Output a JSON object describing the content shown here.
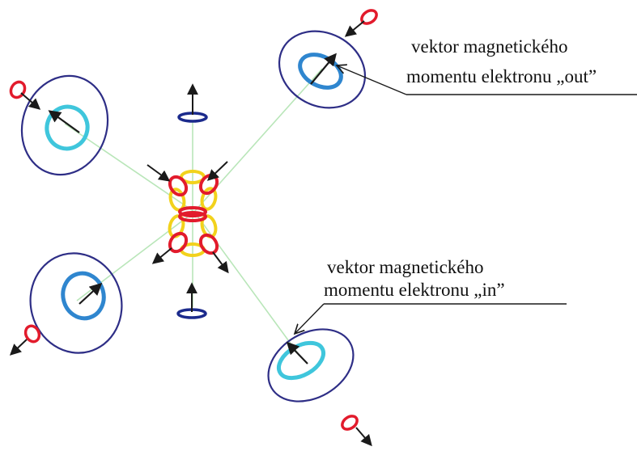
{
  "labels": {
    "out_line1": "vektor magnetického",
    "out_line2": "momentu elektronu „out”",
    "in_line1": "vektor magnetického",
    "in_line2": "momentu elektronu „in”"
  },
  "colors": {
    "orbit_outer": "#2e2e86",
    "ring_blue": "#2f86cf",
    "ring_cyan": "#3fc6dc",
    "ring_red": "#e21b2c",
    "ring_yellow": "#f2d21c",
    "ring_navy": "#1b2a8c",
    "bond_line": "#b9e6b9",
    "arrow": "#1a1a1a"
  }
}
